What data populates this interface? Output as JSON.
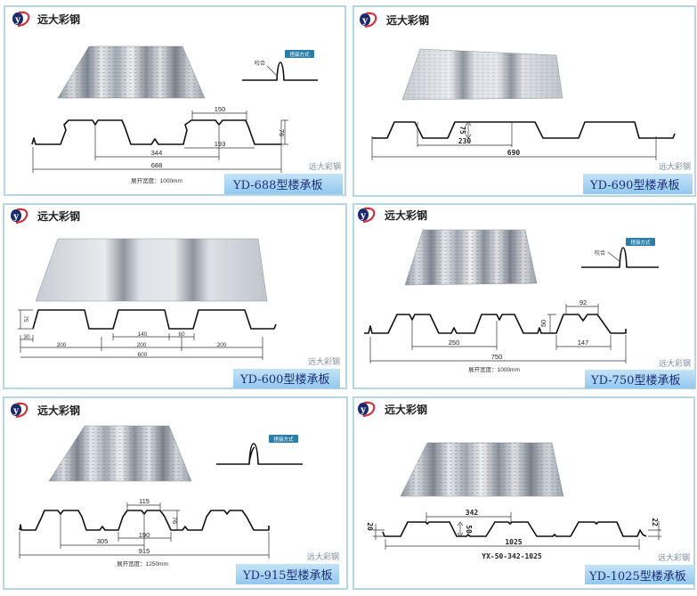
{
  "brand": "远大彩钢",
  "watermark": "远大彩钢",
  "colors": {
    "frame": "#b7d6e2",
    "badge": "#a9d3f0",
    "badge_text": "#1d2f7a",
    "joint_label": "#2a7fa8"
  },
  "joint": {
    "label": "搭接方式",
    "bite": "咬合"
  },
  "panels": [
    {
      "model": "YD-688型楼承板",
      "dims": {
        "top": "150",
        "pitch": "193",
        "half": "344",
        "cover": "688",
        "height": "76"
      },
      "width_note": "展开宽度：1000mm"
    },
    {
      "model": "YD-690型楼承板",
      "dims": {
        "height": "75",
        "pitch": "230",
        "cover": "690"
      }
    },
    {
      "model": "YD-600型楼承板",
      "dims": {
        "height": "75",
        "edge": "30",
        "rib_top": "140",
        "rib_gap": "60",
        "pitch_1": "200",
        "pitch_2": "200",
        "pitch_3": "200",
        "cover": "600"
      }
    },
    {
      "model": "YD-750型楼承板",
      "dims": {
        "top": "92",
        "height": "50",
        "pitch": "250",
        "bottom": "147",
        "cover": "750"
      },
      "width_note": "展开宽度：1000mm"
    },
    {
      "model": "YD-915型楼承板",
      "dims": {
        "top": "115",
        "height": "76",
        "bottom": "190",
        "pitch": "305",
        "cover": "915"
      },
      "width_note": "展开宽度：1250mm"
    },
    {
      "model": "YD-1025型楼承板",
      "dims": {
        "pitch": "342",
        "height": "50",
        "left_edge": "20",
        "right_edge": "22",
        "cover": "1025"
      },
      "code": "YX-50-342-1025"
    }
  ]
}
